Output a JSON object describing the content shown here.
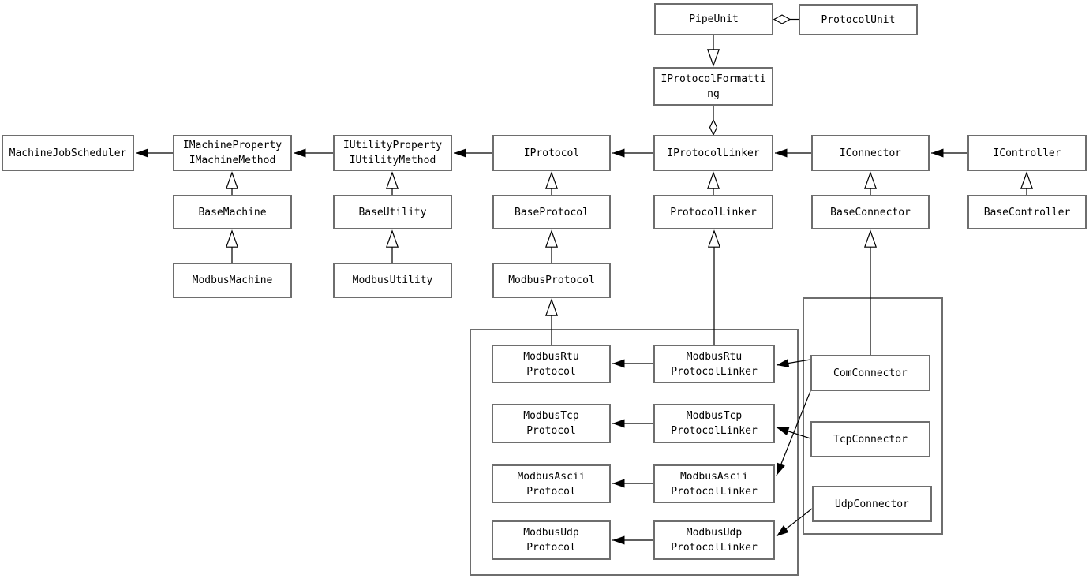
{
  "diagram": {
    "background_color": "#ffffff",
    "box_border_color": "#6e6e6e",
    "line_color": "#000000",
    "nodes": {
      "machine_job_scheduler": {
        "lines": [
          "MachineJobScheduler"
        ]
      },
      "imachine": {
        "lines": [
          "IMachineProperty",
          "IMachineMethod"
        ]
      },
      "iutility": {
        "lines": [
          "IUtilityProperty",
          "IUtilityMethod"
        ]
      },
      "iprotocol": {
        "lines": [
          "IProtocol"
        ]
      },
      "iprotocol_linker": {
        "lines": [
          "IProtocolLinker"
        ]
      },
      "iconnector": {
        "lines": [
          "IConnector"
        ]
      },
      "icontroller": {
        "lines": [
          "IController"
        ]
      },
      "base_machine": {
        "lines": [
          "BaseMachine"
        ]
      },
      "base_utility": {
        "lines": [
          "BaseUtility"
        ]
      },
      "base_protocol": {
        "lines": [
          "BaseProtocol"
        ]
      },
      "protocol_linker": {
        "lines": [
          "ProtocolLinker"
        ]
      },
      "base_connector": {
        "lines": [
          "BaseConnector"
        ]
      },
      "base_controller": {
        "lines": [
          "BaseController"
        ]
      },
      "modbus_machine": {
        "lines": [
          "ModbusMachine"
        ]
      },
      "modbus_utility": {
        "lines": [
          "ModbusUtility"
        ]
      },
      "modbus_protocol": {
        "lines": [
          "ModbusProtocol"
        ]
      },
      "pipe_unit": {
        "lines": [
          "PipeUnit"
        ]
      },
      "protocol_unit": {
        "lines": [
          "ProtocolUnit"
        ]
      },
      "iprotocol_formatting": {
        "lines": [
          "IProtocolFormatti",
          "ng"
        ]
      },
      "modbus_rtu_protocol": {
        "lines": [
          "ModbusRtu",
          "Protocol"
        ]
      },
      "modbus_tcp_protocol": {
        "lines": [
          "ModbusTcp",
          "Protocol"
        ]
      },
      "modbus_ascii_protocol": {
        "lines": [
          "ModbusAscii",
          "Protocol"
        ]
      },
      "modbus_udp_protocol": {
        "lines": [
          "ModbusUdp",
          "Protocol"
        ]
      },
      "modbus_rtu_protocol_linker": {
        "lines": [
          "ModbusRtu",
          "ProtocolLinker"
        ]
      },
      "modbus_tcp_protocol_linker": {
        "lines": [
          "ModbusTcp",
          "ProtocolLinker"
        ]
      },
      "modbus_ascii_protocol_linker": {
        "lines": [
          "ModbusAscii",
          "ProtocolLinker"
        ]
      },
      "modbus_udp_protocol_linker": {
        "lines": [
          "ModbusUdp",
          "ProtocolLinker"
        ]
      },
      "com_connector": {
        "lines": [
          "ComConnector"
        ]
      },
      "tcp_connector": {
        "lines": [
          "TcpConnector"
        ]
      },
      "udp_connector": {
        "lines": [
          "UdpConnector"
        ]
      }
    },
    "groups": {
      "modbus_protocol_group": {
        "members": [
          "ModbusRtuProtocol",
          "ModbusTcpProtocol",
          "ModbusAsciiProtocol",
          "ModbusUdpProtocol",
          "ModbusRtuProtocolLinker",
          "ModbusTcpProtocolLinker",
          "ModbusAsciiProtocolLinker",
          "ModbusUdpProtocolLinker"
        ]
      },
      "connector_group": {
        "members": [
          "ComConnector",
          "TcpConnector",
          "UdpConnector"
        ]
      }
    },
    "edges": [
      {
        "type": "association",
        "from": "IMachineProperty IMachineMethod",
        "to": "MachineJobScheduler"
      },
      {
        "type": "association",
        "from": "IUtilityProperty IUtilityMethod",
        "to": "IMachineProperty IMachineMethod"
      },
      {
        "type": "association",
        "from": "IProtocol",
        "to": "IUtilityProperty IUtilityMethod"
      },
      {
        "type": "association",
        "from": "IProtocolLinker",
        "to": "IProtocol"
      },
      {
        "type": "association",
        "from": "IConnector",
        "to": "IProtocolLinker"
      },
      {
        "type": "association",
        "from": "IController",
        "to": "IConnector"
      },
      {
        "type": "association",
        "from": "ModbusRtuProtocolLinker",
        "to": "ModbusRtuProtocol"
      },
      {
        "type": "association",
        "from": "ModbusTcpProtocolLinker",
        "to": "ModbusTcpProtocol"
      },
      {
        "type": "association",
        "from": "ModbusAsciiProtocolLinker",
        "to": "ModbusAsciiProtocol"
      },
      {
        "type": "association",
        "from": "ModbusUdpProtocolLinker",
        "to": "ModbusUdpProtocol"
      },
      {
        "type": "association",
        "from": "ComConnector",
        "to": "ModbusRtuProtocolLinker"
      },
      {
        "type": "association",
        "from": "ComConnector",
        "to": "ModbusAsciiProtocolLinker"
      },
      {
        "type": "association",
        "from": "TcpConnector",
        "to": "ModbusTcpProtocolLinker"
      },
      {
        "type": "association",
        "from": "UdpConnector",
        "to": "ModbusUdpProtocolLinker"
      },
      {
        "type": "generalization",
        "from": "BaseMachine",
        "to": "IMachineProperty IMachineMethod"
      },
      {
        "type": "generalization",
        "from": "BaseUtility",
        "to": "IUtilityProperty IUtilityMethod"
      },
      {
        "type": "generalization",
        "from": "BaseProtocol",
        "to": "IProtocol"
      },
      {
        "type": "generalization",
        "from": "ProtocolLinker",
        "to": "IProtocolLinker"
      },
      {
        "type": "generalization",
        "from": "BaseConnector",
        "to": "IConnector"
      },
      {
        "type": "generalization",
        "from": "BaseController",
        "to": "IController"
      },
      {
        "type": "generalization",
        "from": "ModbusMachine",
        "to": "BaseMachine"
      },
      {
        "type": "generalization",
        "from": "ModbusUtility",
        "to": "BaseUtility"
      },
      {
        "type": "generalization",
        "from": "ModbusProtocol",
        "to": "BaseProtocol"
      },
      {
        "type": "generalization",
        "from": "ModbusRtuProtocol",
        "to": "ModbusProtocol"
      },
      {
        "type": "generalization",
        "from": "ModbusRtuProtocolLinker",
        "to": "ProtocolLinker"
      },
      {
        "type": "generalization",
        "from": "ComConnector",
        "to": "BaseConnector"
      },
      {
        "type": "generalization",
        "from": "PipeUnit",
        "to": "IProtocolFormatting"
      },
      {
        "type": "aggregation",
        "from": "ProtocolUnit",
        "to": "PipeUnit"
      },
      {
        "type": "aggregation",
        "from": "IProtocolFormatting",
        "to": "IProtocolLinker"
      }
    ]
  }
}
